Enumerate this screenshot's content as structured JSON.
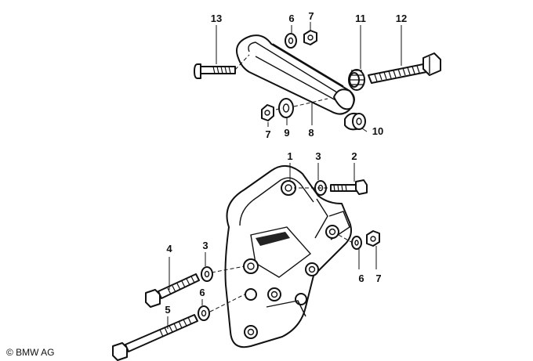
{
  "copyright": "© BMW AG",
  "callouts": [
    {
      "id": "c13",
      "text": "13"
    },
    {
      "id": "c6a",
      "text": "6"
    },
    {
      "id": "c7a",
      "text": "7"
    },
    {
      "id": "c11",
      "text": "11"
    },
    {
      "id": "c12",
      "text": "12"
    },
    {
      "id": "c7b",
      "text": "7"
    },
    {
      "id": "c9",
      "text": "9"
    },
    {
      "id": "c8",
      "text": "8"
    },
    {
      "id": "c10",
      "text": "10"
    },
    {
      "id": "c1",
      "text": "1"
    },
    {
      "id": "c3a",
      "text": "3"
    },
    {
      "id": "c2",
      "text": "2"
    },
    {
      "id": "c4",
      "text": "4"
    },
    {
      "id": "c3b",
      "text": "3"
    },
    {
      "id": "c6b",
      "text": "6"
    },
    {
      "id": "c7c",
      "text": "7"
    },
    {
      "id": "c6c",
      "text": "6"
    },
    {
      "id": "c5",
      "text": "5"
    }
  ]
}
